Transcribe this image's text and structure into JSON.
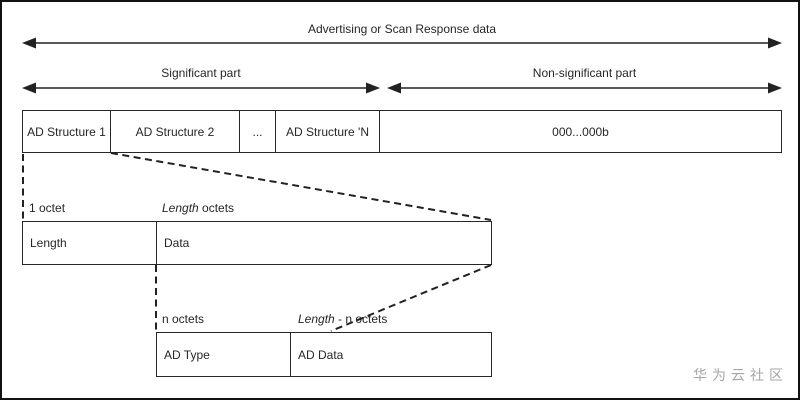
{
  "header": {
    "title": "Advertising or Scan Response data",
    "significant": "Significant part",
    "non_significant": "Non-significant part"
  },
  "ad_structures_row": {
    "cells": [
      "AD Structure 1",
      "AD Structure 2",
      "...",
      "AD Structure 'N",
      "000...000b"
    ]
  },
  "length_data_row": {
    "size_label_left": "1 octet",
    "size_label_right_italic": "Length",
    "size_label_right_rest": " octets",
    "cells": [
      "Length",
      "Data"
    ]
  },
  "type_data_row": {
    "size_label_left": "n octets",
    "size_label_right_italic": "Length",
    "size_label_right_rest": " - n octets",
    "cells": [
      "AD Type",
      "AD Data"
    ]
  },
  "watermark": "华为云社区",
  "colors": {
    "line": "#262626",
    "text": "#262626",
    "watermark_gray": "#a6a6a6",
    "background": "#ffffff"
  }
}
